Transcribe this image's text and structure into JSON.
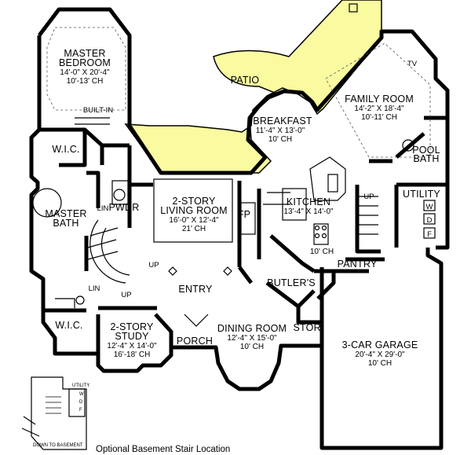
{
  "colors": {
    "patio": "#fafaa0",
    "wall": "#000000",
    "background": "#ffffff"
  },
  "rooms": {
    "master_bedroom": {
      "name1": "MASTER",
      "name2": "BEDROOM",
      "dims": "14'-0\" X 20'-4\"",
      "ceiling": "10'-13' CH"
    },
    "built_in": "BUILT-IN",
    "patio": "PATIO",
    "breakfast": {
      "name": "BREAKFAST",
      "dims": "11'-4\" X 13'-0\"",
      "ceiling": "10' CH"
    },
    "family_room": {
      "name": "FAMILY ROOM",
      "dims": "14'-2\" X 18'-4\"",
      "ceiling": "10'-11' CH"
    },
    "tv": "TV",
    "wic_upper": "W.I.C.",
    "wic_lower": "W.I.C.",
    "lin_upper": "LIN",
    "lin_lower": "LIN",
    "pwdr": "PWDR",
    "master_bath": {
      "name1": "MASTER",
      "name2": "BATH"
    },
    "living_room": {
      "name1": "2-STORY",
      "name2": "LIVING ROOM",
      "dims": "16'-0\" X 12'-4\"",
      "ceiling": "21' CH"
    },
    "fp": "FP",
    "kitchen": {
      "name": "KITCHEN",
      "dims": "13'-4\" X 14'-0\"",
      "ceiling": "10' CH"
    },
    "pool_bath": {
      "name1": "POOL",
      "name2": "BATH"
    },
    "utility": "UTILITY",
    "washer": "W",
    "dryer": "D",
    "freezer": "F",
    "up_stair_right": "UP",
    "up_stair_main": "UP",
    "up_stair_study": "UP",
    "pantry": "PANTRY",
    "butlers": "BUTLER'S",
    "entry": "ENTRY",
    "stor": "STOR.",
    "study": {
      "name1": "2-STORY",
      "name2": "STUDY",
      "dims": "12'-4\" X 14'-0\"",
      "ceiling": "16'-18' CH"
    },
    "porch": "PORCH",
    "dining_room": {
      "name": "DINING ROOM",
      "dims": "12'-4\" X 15'-0\"",
      "ceiling": "10' CH"
    },
    "garage": {
      "name": "3-CAR GARAGE",
      "dims": "20'-4\" X 29'-0\"",
      "ceiling": "10' CH"
    }
  },
  "inset": {
    "utility": "UTILITY",
    "w": "W",
    "d": "D",
    "f": "F",
    "down_to_basement": "DOWN TO BASEMENT"
  },
  "caption": "Optional Basement Stair Location"
}
